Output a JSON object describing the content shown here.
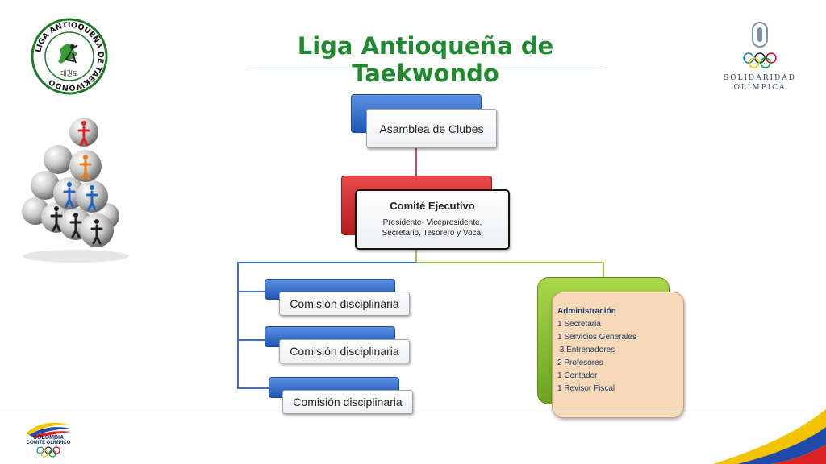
{
  "title": "Liga Antioqueña de Taekwondo",
  "logo": {
    "ring_text": "LIGA ANTIOQUEÑA DE TAEKWONDO",
    "korean_text": "태권도"
  },
  "brand_right": {
    "line1": "SOLIDARIDAD",
    "line2": "OLÍMPICA"
  },
  "brand_footer": {
    "line1": "COLOMBIA",
    "line2": "COMITÉ OLÍMPICO"
  },
  "org": {
    "assembly": "Asamblea de Clubes",
    "executive": {
      "name": "Comité Ejecutivo",
      "members": "Presidente- Vicepresidente, Secretario, Tesorero y Vocal"
    },
    "commissions": [
      "Comisión disciplinaria",
      "Comisión disciplinaria",
      "Comisión disciplinaria"
    ],
    "administration": {
      "heading": "Administración",
      "items": [
        "1 Secretaria",
        "1 Servicios Generales",
        " 3 Entrenadores",
        "2 Profesores",
        "1 Contador",
        "1 Revisor Fiscal"
      ]
    }
  },
  "colors": {
    "title": "#1f8a2f",
    "blue": "#2a63c6",
    "red": "#c62828",
    "green": "#8cc63f",
    "admin_fill": "#f6d9b8"
  },
  "icons": [
    "taekwondo-logo-icon",
    "people-pyramid-icon",
    "olympic-rings-icon",
    "colombia-olympic-logo-icon",
    "flag-swoosh-icon"
  ]
}
